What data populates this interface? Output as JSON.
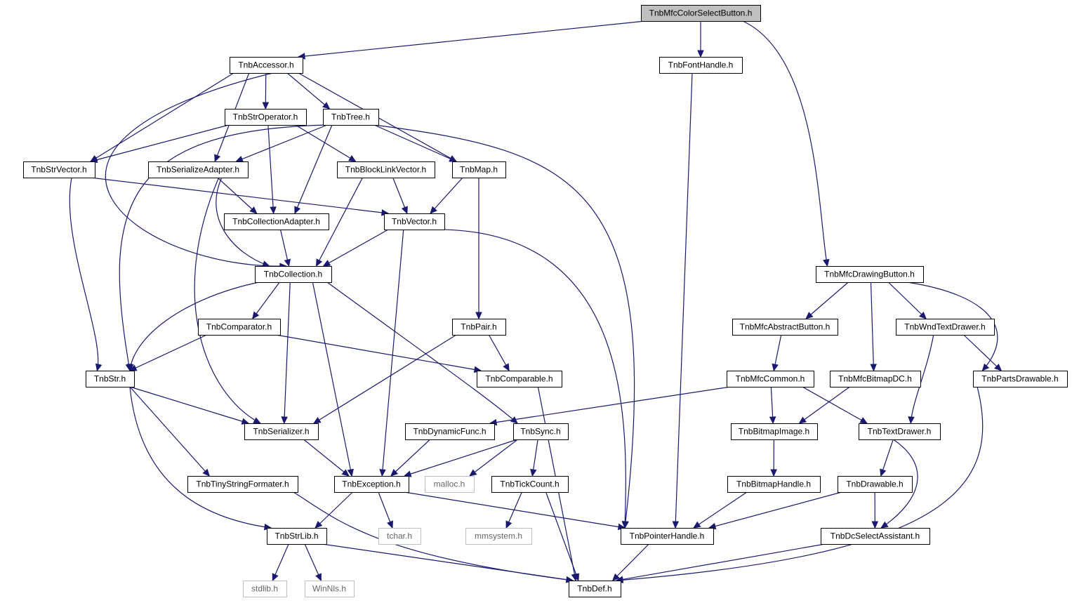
{
  "diagram": {
    "nodes": [
      {
        "id": "color_select_button",
        "label": "TnbMfcColorSelectButton.h",
        "kind": "root"
      },
      {
        "id": "accessor",
        "label": "TnbAccessor.h",
        "kind": "normal"
      },
      {
        "id": "font_handle",
        "label": "TnbFontHandle.h",
        "kind": "normal"
      },
      {
        "id": "str_operator",
        "label": "TnbStrOperator.h",
        "kind": "normal"
      },
      {
        "id": "tree",
        "label": "TnbTree.h",
        "kind": "normal"
      },
      {
        "id": "str_vector",
        "label": "TnbStrVector.h",
        "kind": "normal"
      },
      {
        "id": "serialize_adapter",
        "label": "TnbSerializeAdapter.h",
        "kind": "normal"
      },
      {
        "id": "block_link_vector",
        "label": "TnbBlockLinkVector.h",
        "kind": "normal"
      },
      {
        "id": "map",
        "label": "TnbMap.h",
        "kind": "normal"
      },
      {
        "id": "collection_adapter",
        "label": "TnbCollectionAdapter.h",
        "kind": "normal"
      },
      {
        "id": "vector",
        "label": "TnbVector.h",
        "kind": "normal"
      },
      {
        "id": "collection",
        "label": "TnbCollection.h",
        "kind": "normal"
      },
      {
        "id": "mfc_drawing_button",
        "label": "TnbMfcDrawingButton.h",
        "kind": "normal"
      },
      {
        "id": "comparator",
        "label": "TnbComparator.h",
        "kind": "normal"
      },
      {
        "id": "pair",
        "label": "TnbPair.h",
        "kind": "normal"
      },
      {
        "id": "mfc_abstract_button",
        "label": "TnbMfcAbstractButton.h",
        "kind": "normal"
      },
      {
        "id": "wnd_text_drawer",
        "label": "TnbWndTextDrawer.h",
        "kind": "normal"
      },
      {
        "id": "str",
        "label": "TnbStr.h",
        "kind": "normal"
      },
      {
        "id": "comparable",
        "label": "TnbComparable.h",
        "kind": "normal"
      },
      {
        "id": "mfc_common",
        "label": "TnbMfcCommon.h",
        "kind": "normal"
      },
      {
        "id": "mfc_bitmap_dc",
        "label": "TnbMfcBitmapDC.h",
        "kind": "normal"
      },
      {
        "id": "parts_drawable",
        "label": "TnbPartsDrawable.h",
        "kind": "normal"
      },
      {
        "id": "serializer",
        "label": "TnbSerializer.h",
        "kind": "normal"
      },
      {
        "id": "dynamic_func",
        "label": "TnbDynamicFunc.h",
        "kind": "normal"
      },
      {
        "id": "sync",
        "label": "TnbSync.h",
        "kind": "normal"
      },
      {
        "id": "bitmap_image",
        "label": "TnbBitmapImage.h",
        "kind": "normal"
      },
      {
        "id": "text_drawer",
        "label": "TnbTextDrawer.h",
        "kind": "normal"
      },
      {
        "id": "tiny_string_formater",
        "label": "TnbTinyStringFormater.h",
        "kind": "normal"
      },
      {
        "id": "exception",
        "label": "TnbException.h",
        "kind": "normal"
      },
      {
        "id": "malloc",
        "label": "malloc.h",
        "kind": "system"
      },
      {
        "id": "tick_count",
        "label": "TnbTickCount.h",
        "kind": "normal"
      },
      {
        "id": "bitmap_handle",
        "label": "TnbBitmapHandle.h",
        "kind": "normal"
      },
      {
        "id": "drawable",
        "label": "TnbDrawable.h",
        "kind": "normal"
      },
      {
        "id": "str_lib",
        "label": "TnbStrLib.h",
        "kind": "normal"
      },
      {
        "id": "tchar",
        "label": "tchar.h",
        "kind": "system"
      },
      {
        "id": "mmsystem",
        "label": "mmsystem.h",
        "kind": "system"
      },
      {
        "id": "pointer_handle",
        "label": "TnbPointerHandle.h",
        "kind": "normal"
      },
      {
        "id": "dc_select_assistant",
        "label": "TnbDcSelectAssistant.h",
        "kind": "normal"
      },
      {
        "id": "stdlib",
        "label": "stdlib.h",
        "kind": "system"
      },
      {
        "id": "winnls",
        "label": "WinNls.h",
        "kind": "system"
      },
      {
        "id": "def",
        "label": "TnbDef.h",
        "kind": "normal"
      }
    ],
    "edges": [
      [
        "color_select_button",
        "accessor"
      ],
      [
        "color_select_button",
        "font_handle"
      ],
      [
        "color_select_button",
        "mfc_drawing_button"
      ],
      [
        "accessor",
        "str_operator"
      ],
      [
        "accessor",
        "tree"
      ],
      [
        "accessor",
        "str_vector"
      ],
      [
        "accessor",
        "serialize_adapter"
      ],
      [
        "accessor",
        "map"
      ],
      [
        "accessor",
        "collection"
      ],
      [
        "font_handle",
        "pointer_handle"
      ],
      [
        "str_operator",
        "str_vector"
      ],
      [
        "str_operator",
        "collection_adapter"
      ],
      [
        "str_operator",
        "block_link_vector"
      ],
      [
        "tree",
        "serialize_adapter"
      ],
      [
        "tree",
        "map"
      ],
      [
        "tree",
        "collection_adapter"
      ],
      [
        "tree",
        "str"
      ],
      [
        "tree",
        "pointer_handle"
      ],
      [
        "str_vector",
        "vector"
      ],
      [
        "str_vector",
        "str"
      ],
      [
        "serialize_adapter",
        "collection_adapter"
      ],
      [
        "serialize_adapter",
        "collection"
      ],
      [
        "serialize_adapter",
        "serializer"
      ],
      [
        "block_link_vector",
        "vector"
      ],
      [
        "block_link_vector",
        "collection"
      ],
      [
        "map",
        "vector"
      ],
      [
        "map",
        "pair"
      ],
      [
        "collection_adapter",
        "collection"
      ],
      [
        "vector",
        "collection"
      ],
      [
        "vector",
        "exception"
      ],
      [
        "vector",
        "pointer_handle"
      ],
      [
        "collection",
        "comparator"
      ],
      [
        "collection",
        "str"
      ],
      [
        "collection",
        "serializer"
      ],
      [
        "collection",
        "exception"
      ],
      [
        "collection",
        "sync"
      ],
      [
        "mfc_drawing_button",
        "mfc_abstract_button"
      ],
      [
        "mfc_drawing_button",
        "mfc_bitmap_dc"
      ],
      [
        "mfc_drawing_button",
        "wnd_text_drawer"
      ],
      [
        "mfc_drawing_button",
        "parts_drawable"
      ],
      [
        "comparator",
        "str"
      ],
      [
        "comparator",
        "comparable"
      ],
      [
        "pair",
        "comparable"
      ],
      [
        "pair",
        "serializer"
      ],
      [
        "mfc_abstract_button",
        "mfc_common"
      ],
      [
        "wnd_text_drawer",
        "text_drawer"
      ],
      [
        "wnd_text_drawer",
        "parts_drawable"
      ],
      [
        "str",
        "serializer"
      ],
      [
        "str",
        "tiny_string_formater"
      ],
      [
        "str",
        "str_lib"
      ],
      [
        "comparable",
        "def"
      ],
      [
        "mfc_common",
        "dynamic_func"
      ],
      [
        "mfc_common",
        "bitmap_image"
      ],
      [
        "mfc_common",
        "text_drawer"
      ],
      [
        "mfc_bitmap_dc",
        "bitmap_image"
      ],
      [
        "parts_drawable",
        "def"
      ],
      [
        "serializer",
        "exception"
      ],
      [
        "dynamic_func",
        "exception"
      ],
      [
        "sync",
        "exception"
      ],
      [
        "sync",
        "malloc"
      ],
      [
        "sync",
        "tick_count"
      ],
      [
        "bitmap_image",
        "bitmap_handle"
      ],
      [
        "text_drawer",
        "drawable"
      ],
      [
        "text_drawer",
        "dc_select_assistant"
      ],
      [
        "tiny_string_formater",
        "def"
      ],
      [
        "exception",
        "str_lib"
      ],
      [
        "exception",
        "tchar"
      ],
      [
        "exception",
        "pointer_handle"
      ],
      [
        "tick_count",
        "mmsystem"
      ],
      [
        "tick_count",
        "def"
      ],
      [
        "bitmap_handle",
        "pointer_handle"
      ],
      [
        "drawable",
        "pointer_handle"
      ],
      [
        "drawable",
        "dc_select_assistant"
      ],
      [
        "str_lib",
        "stdlib"
      ],
      [
        "str_lib",
        "winnls"
      ],
      [
        "str_lib",
        "def"
      ],
      [
        "pointer_handle",
        "def"
      ],
      [
        "dc_select_assistant",
        "def"
      ]
    ]
  }
}
